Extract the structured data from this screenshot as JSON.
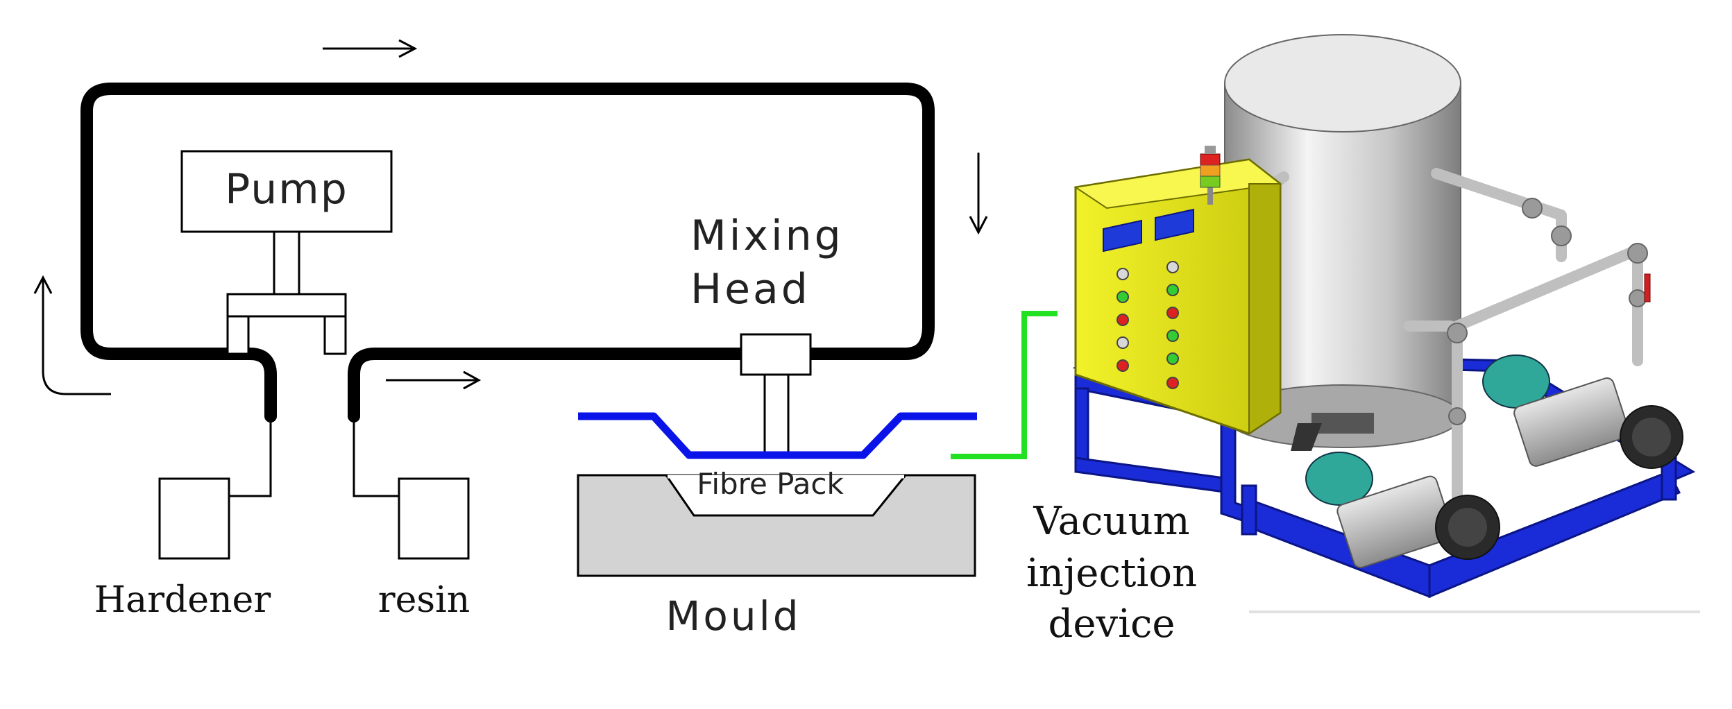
{
  "labels": {
    "pump": "Pump",
    "mixing_head_line1": "Mixing",
    "mixing_head_line2": "Head",
    "fibre_pack": "Fibre Pack",
    "hardener": "Hardener",
    "resin": "resin",
    "mould": "Mould",
    "vacuum_line1": "Vacuum",
    "vacuum_line2": "injection",
    "vacuum_line3": "device"
  },
  "colors": {
    "circuit_line": "#000000",
    "vacuum_bag": "#0a14e8",
    "vacuum_hose": "#22e022",
    "mould_fill": "#d3d3d3",
    "machine_frame": "#1a2bd8",
    "control_cabinet": "#e8e81a",
    "tank": "#d9d9d9",
    "pump_motor": "#2fa89a"
  },
  "icons": {
    "flow_arrow_top": "arrow-right-icon",
    "flow_arrow_right": "arrow-down-icon",
    "flow_arrow_left": "arrow-up-icon",
    "flow_arrow_bottom": "arrow-right-icon"
  }
}
